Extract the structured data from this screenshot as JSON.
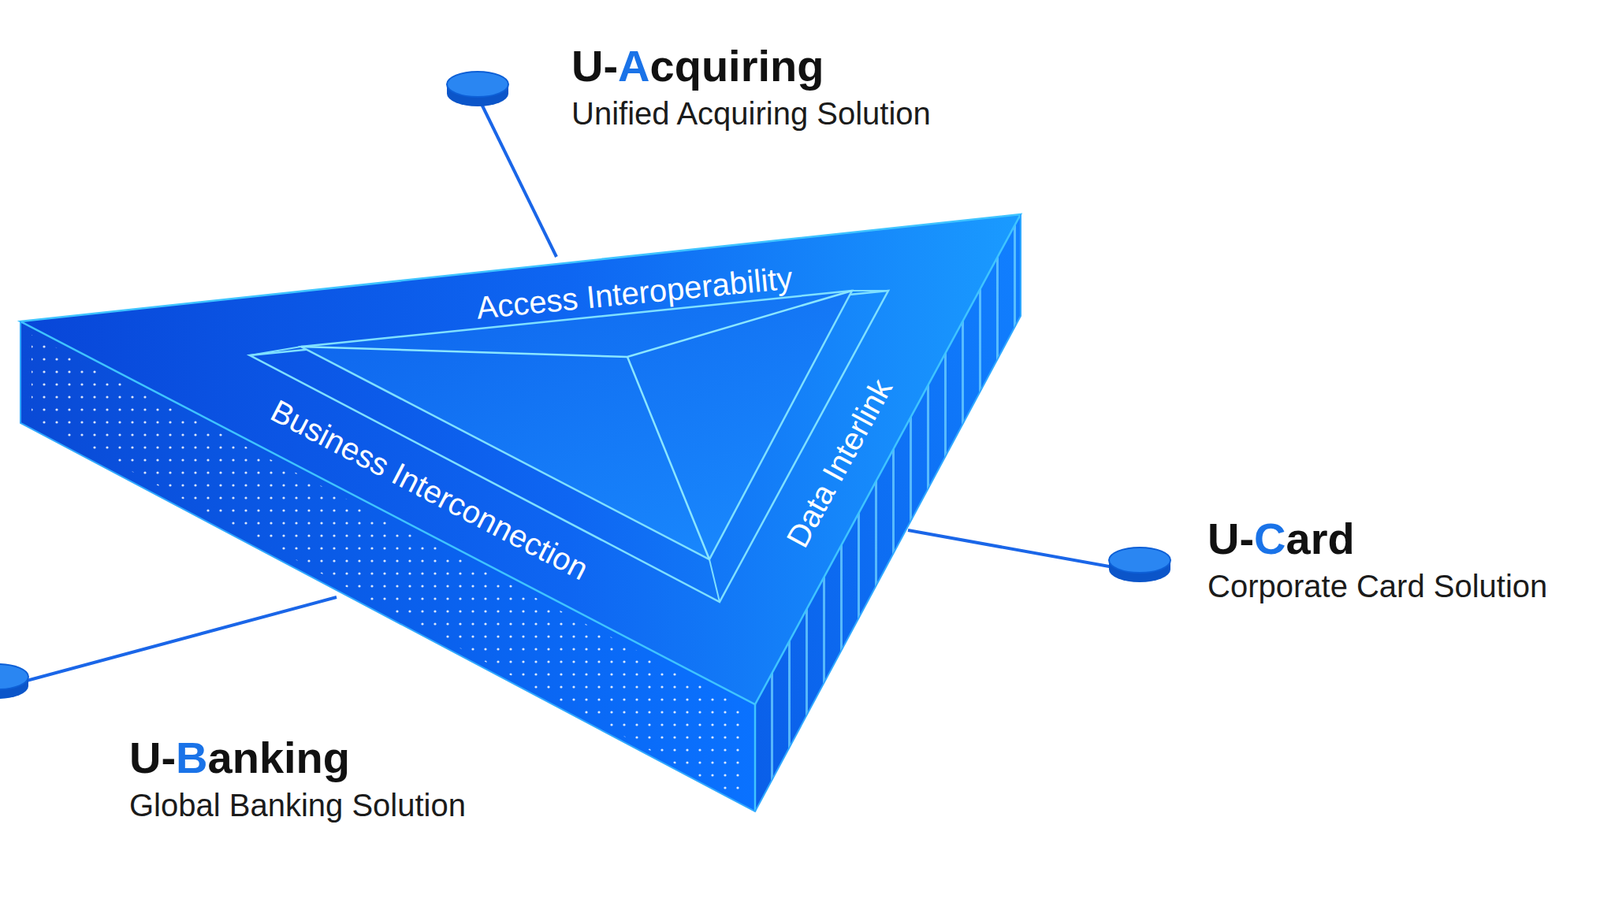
{
  "diagram": {
    "nodes": [
      {
        "text": [
          "U-Acquiring",
          "Unified Acquiring Solution"
        ]
      },
      {
        "text": [
          "Access Interoperability",
          "Business Interconnection",
          "Data Interlink"
        ]
      },
      {
        "text": [
          "U-Card",
          "Corporate Card Solution"
        ]
      },
      {
        "text": [
          "U-Banking",
          "Global Banking Solution"
        ]
      }
    ],
    "edges": [
      {
        "from": 0,
        "to": 1,
        "arrow": "none"
      },
      {
        "from": 2,
        "to": 1,
        "arrow": "none"
      },
      {
        "from": 3,
        "to": 1,
        "arrow": "none"
      }
    ]
  }
}
